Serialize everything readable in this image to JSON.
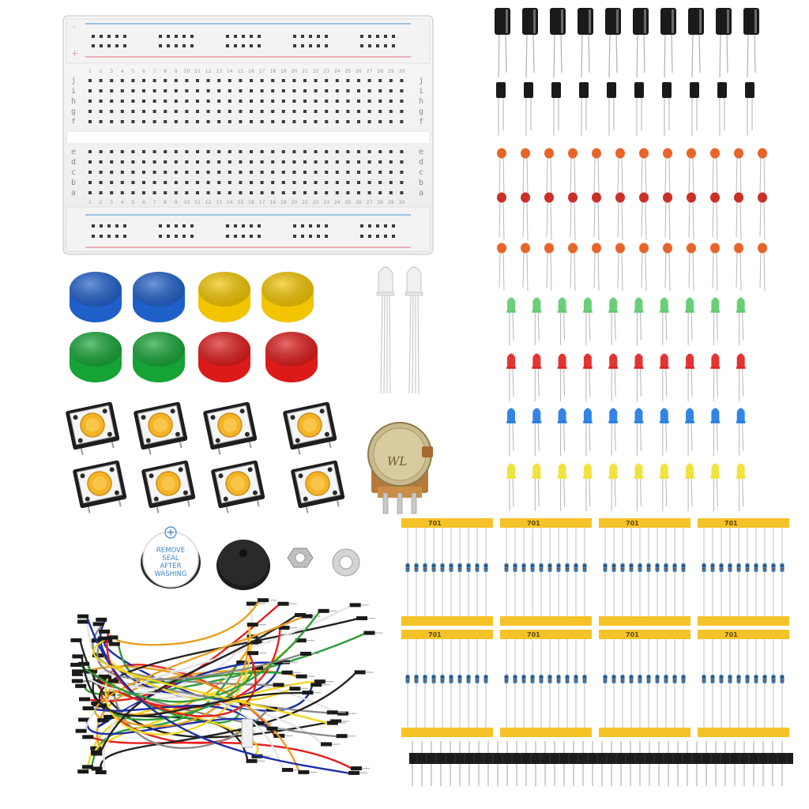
{
  "image": {
    "subject": "electronics-starter-kit-components",
    "background": "#ffffff"
  },
  "breadboard": {
    "row_letters_top": [
      "j",
      "i",
      "h",
      "g",
      "f"
    ],
    "row_letters_bottom": [
      "e",
      "d",
      "c",
      "b",
      "a"
    ],
    "column_numbers": [
      "1",
      "2",
      "3",
      "4",
      "5",
      "6",
      "7",
      "8",
      "9",
      "10",
      "11",
      "12",
      "13",
      "14",
      "15",
      "16",
      "17",
      "18",
      "19",
      "20",
      "21",
      "22",
      "23",
      "24",
      "25",
      "26",
      "27",
      "28",
      "29",
      "30"
    ],
    "rail_plus": "+",
    "rail_minus": "-",
    "rail_colors": {
      "red": "#e89aa4",
      "blue": "#7fb2e0"
    }
  },
  "button_caps": {
    "count": 8,
    "colors": [
      "#1f5fc8",
      "#1f5fc8",
      "#f2c500",
      "#f2c500",
      "#16a335",
      "#16a335",
      "#dd1a1a",
      "#dd1a1a"
    ]
  },
  "tactile_switches": {
    "count": 8,
    "actuator_color": "#f5b326"
  },
  "rgb_leds": {
    "count": 2
  },
  "potentiometer": {
    "label": "WL"
  },
  "buzzer": {
    "sticker_text": [
      "REMOVE",
      "SEAL",
      "AFTER",
      "WASHING"
    ],
    "sticker_color": "#3f86c8"
  },
  "electrolytic_capacitors": {
    "count": 20,
    "body_color": "#1a1a1a"
  },
  "ceramic_capacitors": {
    "count": 36,
    "colors": [
      "#e8652a",
      "#c83028",
      "#e8652a"
    ]
  },
  "leds": {
    "per_row": 10,
    "colors": [
      "#5cc96b",
      "#e01e1e",
      "#1e78e0",
      "#f0e02a"
    ]
  },
  "resistors": {
    "strips": 8,
    "tape_label": "701",
    "tape_color": "#f5c228"
  },
  "pin_header": {
    "pins": 40
  },
  "jumper_wires": {
    "colors": [
      "#e8a020",
      "#e81e1e",
      "#1c2ea8",
      "#2e9c3a",
      "#f2d520",
      "#222222",
      "#ffffff",
      "#8a8a8a"
    ]
  }
}
